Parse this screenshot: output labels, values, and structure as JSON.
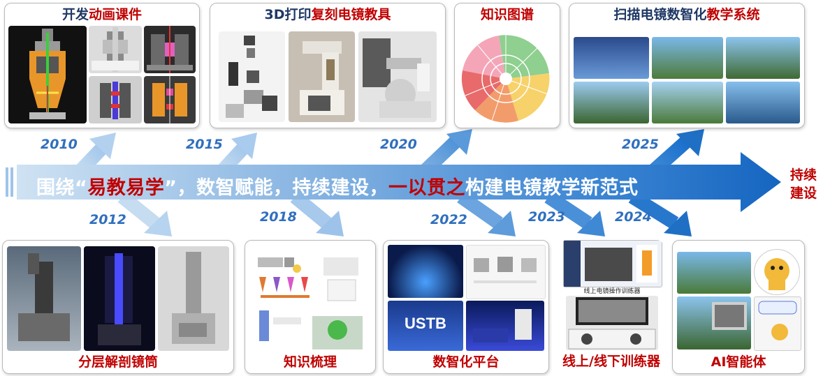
{
  "banner": {
    "part1": "围绕“",
    "highlight1": "易教易学",
    "part2": "”，数智赋能，持续建设，",
    "highlight2": "一以贯之",
    "part3": "构建电镜教学新范式",
    "end_label_line1": "持续",
    "end_label_line2": "建设"
  },
  "top_panels": [
    {
      "year": "2010",
      "title_a": "开发",
      "title_b": "动画课件"
    },
    {
      "year": "2015",
      "title_a": "3D打印",
      "title_b": "复刻电镜教具"
    },
    {
      "year": "2020",
      "title_a": "",
      "title_b": "知识图谱"
    },
    {
      "year": "2025",
      "title_a": "扫描电镜数智化",
      "title_b": "教学系统"
    }
  ],
  "bottom_panels": [
    {
      "year": "2012",
      "title": "分层解剖镜筒"
    },
    {
      "year": "2018",
      "title": "知识梳理"
    },
    {
      "year": "2022",
      "title": "数智化平台"
    },
    {
      "year": "2023",
      "title": "线上/线下训练器"
    },
    {
      "year": "2024",
      "title": "AI智能体"
    }
  ],
  "platform_labels": {
    "ustb": "USTB",
    "caption": "线上电镜操作训练器"
  },
  "colors": {
    "arrow_light": "#bdd7ee",
    "arrow_mid": "#5b9bd5",
    "arrow_dark": "#1f6fc5",
    "accent_red": "#c00000",
    "title_dark": "#1f3864"
  }
}
